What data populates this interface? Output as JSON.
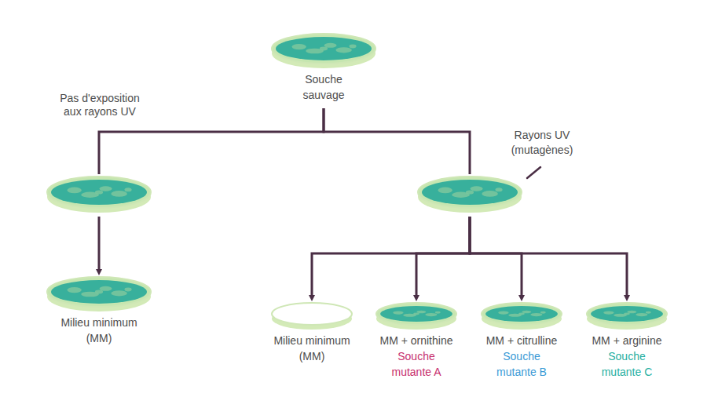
{
  "diagram": {
    "nodes": [
      {
        "text": [
          "Souche sauvage"
        ]
      },
      {
        "text": []
      },
      {
        "text": [
          "Milieu minimum (MM)"
        ]
      },
      {
        "text": []
      },
      {
        "text": [
          "Milieu minimum (MM)"
        ]
      },
      {
        "text": [
          "MM + ornithine",
          "Souche mutante A"
        ]
      },
      {
        "text": [
          "MM + citrulline",
          "Souche mutante B"
        ]
      },
      {
        "text": [
          "MM + arginine",
          "Souche mutante C"
        ]
      }
    ],
    "edges": [
      {
        "from": 0,
        "to": 1,
        "arrow": "none",
        "label": "Pas d'exposition aux rayons UV"
      },
      {
        "from": 0,
        "to": 3,
        "arrow": "none"
      },
      {
        "from": 1,
        "to": 2,
        "arrow": "to"
      },
      {
        "from": 3,
        "to": 4,
        "arrow": "to"
      },
      {
        "from": 3,
        "to": 5,
        "arrow": "to"
      },
      {
        "from": 3,
        "to": 6,
        "arrow": "to"
      },
      {
        "from": 3,
        "to": 7,
        "arrow": "to"
      }
    ],
    "labels": [
      "Rayons UV (mutagènes)"
    ]
  }
}
